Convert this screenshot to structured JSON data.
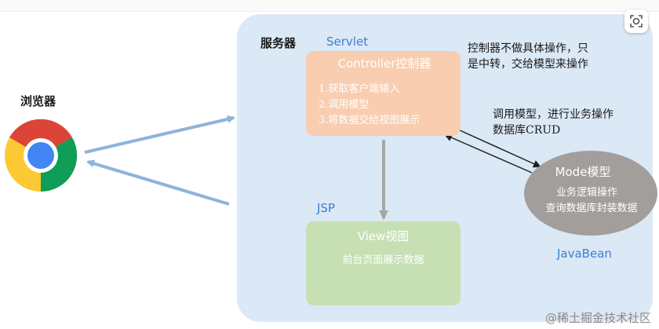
{
  "browser": {
    "label": "浏览器"
  },
  "server": {
    "label": "服务器",
    "servlet_label": "Servlet",
    "jsp_label": "JSP",
    "javabean_label": "JavaBean"
  },
  "controller": {
    "title": "Controller控制器",
    "steps": [
      "1.获取客户端输入",
      "2.调用模型",
      "3.将数据交给视图展示"
    ]
  },
  "view": {
    "title": "View视图",
    "desc": "前台页面展示数据"
  },
  "model": {
    "title": "Mode模型",
    "line1": "业务逻辑操作",
    "line2": "查询数据库封装数据"
  },
  "notes": {
    "controller_note_line1": "控制器不做具体操作，只",
    "controller_note_line2": "是中转，交给模型来操作",
    "model_call_line1": "调用模型，进行业务操作",
    "model_call_line2": "数据库CRUD"
  },
  "watermark": "@稀土掘金技术社区",
  "icons": {
    "corner": "scan-icon",
    "browser": "chrome-icon"
  },
  "colors": {
    "server_bg": "#dbe8f5",
    "controller_bg": "#f8cdb0",
    "view_bg": "#c6e0b4",
    "model_bg": "#a19e9c",
    "arrow_blue": "#8fb3d9",
    "arrow_gray": "#a6a6a6"
  }
}
